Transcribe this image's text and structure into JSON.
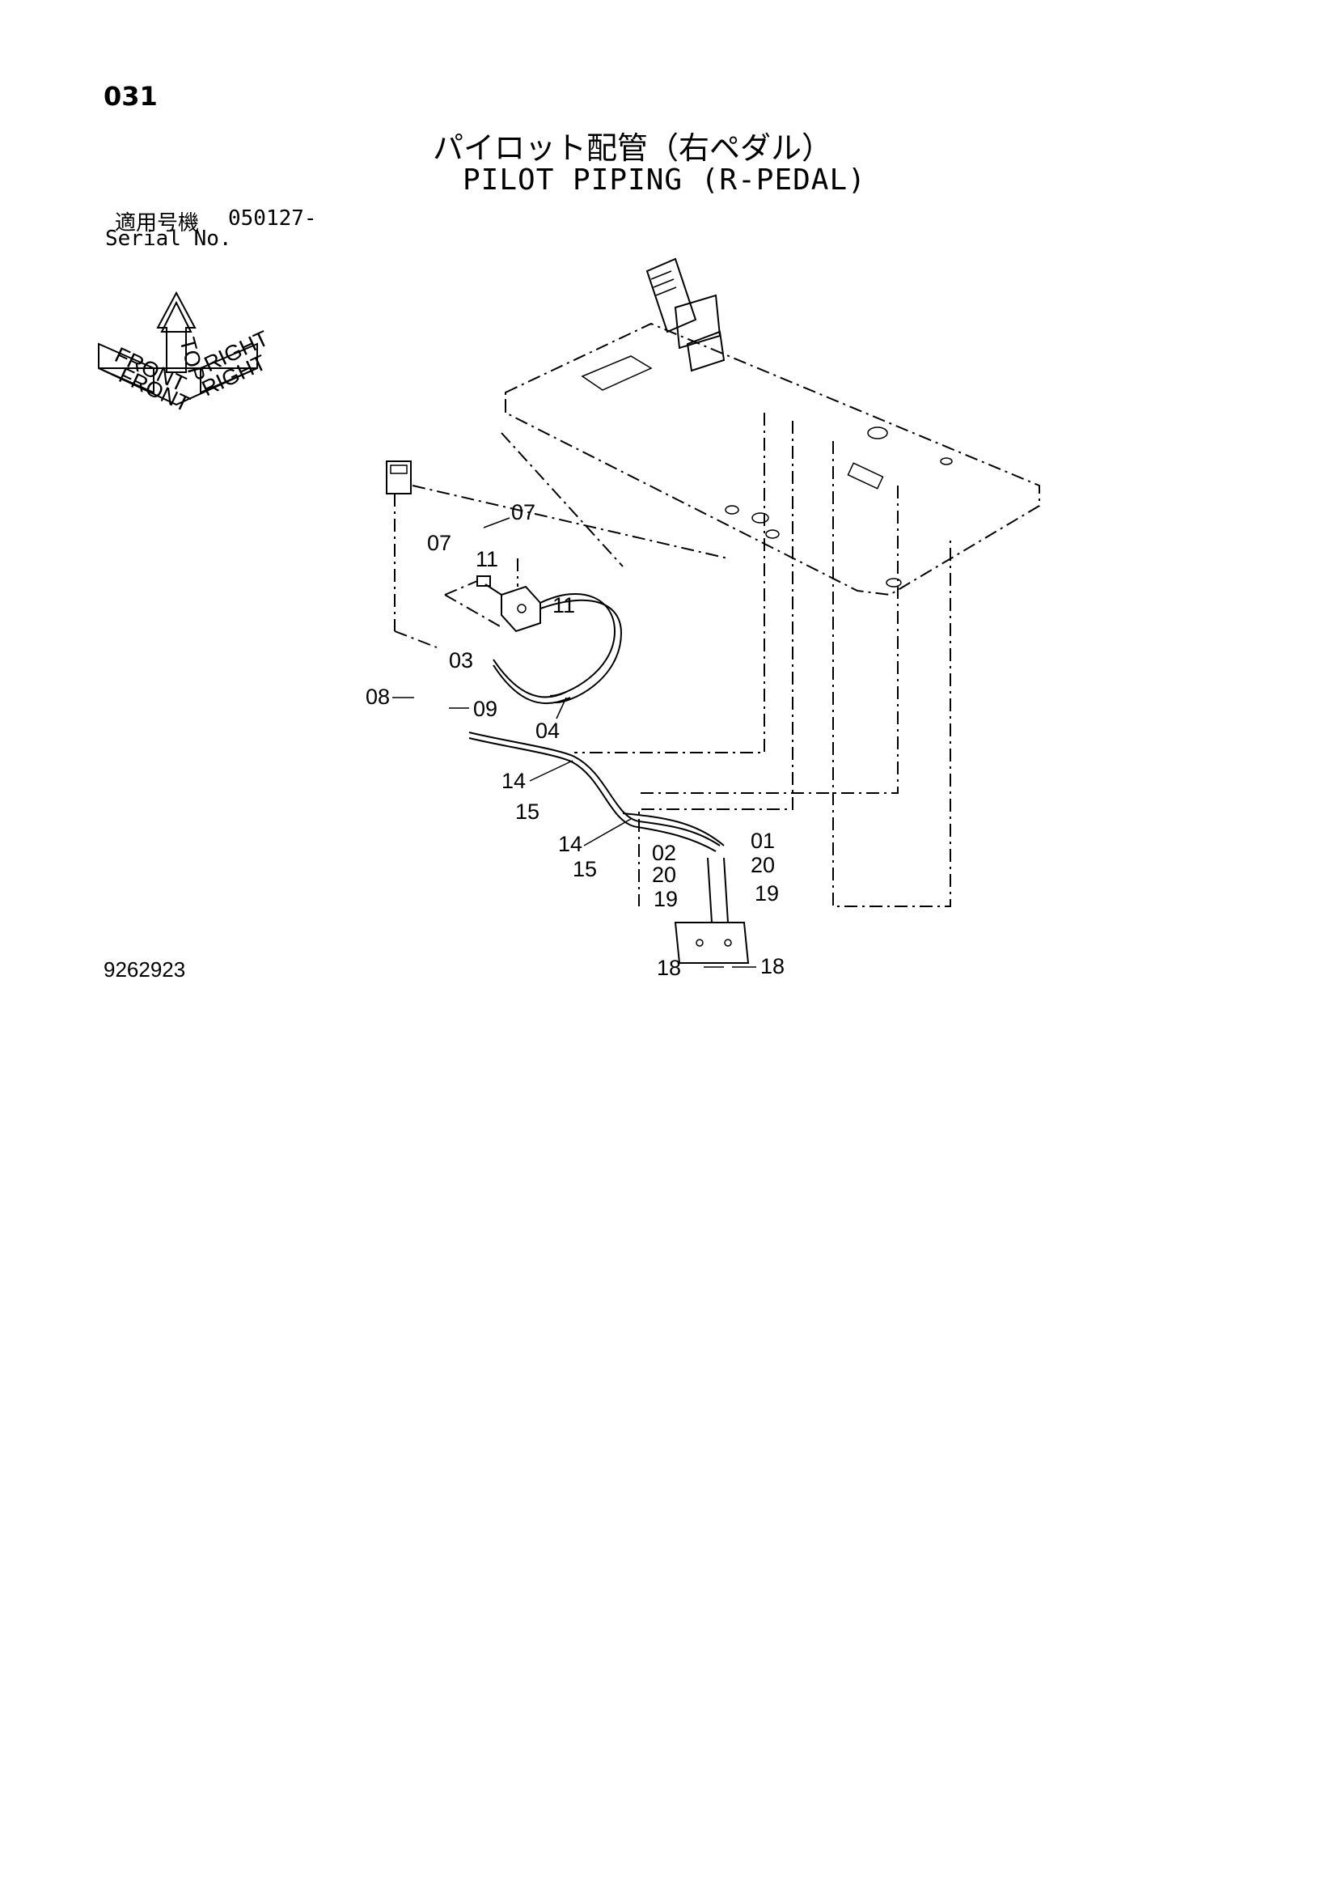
{
  "page": {
    "number": "031",
    "title_jp": "パイロット配管（右ペダル）",
    "title_en": "PILOT PIPING (R-PEDAL)",
    "serial_label_jp": "適用号機",
    "serial_value": "050127-",
    "serial_label_en": "Serial No.",
    "document_id": "9262923"
  },
  "orientation_icon": {
    "labels": [
      "TOP",
      "FRONT",
      "RIGHT",
      "FRONT",
      "RIGHT"
    ]
  },
  "part_labels": [
    {
      "id": "07a",
      "text": "07"
    },
    {
      "id": "07b",
      "text": "07"
    },
    {
      "id": "11a",
      "text": "11"
    },
    {
      "id": "11b",
      "text": "11"
    },
    {
      "id": "03",
      "text": "03"
    },
    {
      "id": "08",
      "text": "08"
    },
    {
      "id": "09",
      "text": "09"
    },
    {
      "id": "04",
      "text": "04"
    },
    {
      "id": "14a",
      "text": "14"
    },
    {
      "id": "15a",
      "text": "15"
    },
    {
      "id": "14b",
      "text": "14"
    },
    {
      "id": "15b",
      "text": "15"
    },
    {
      "id": "02",
      "text": "02"
    },
    {
      "id": "01",
      "text": "01"
    },
    {
      "id": "20a",
      "text": "20"
    },
    {
      "id": "20b",
      "text": "20"
    },
    {
      "id": "19a",
      "text": "19"
    },
    {
      "id": "19b",
      "text": "19"
    },
    {
      "id": "18a",
      "text": "18"
    },
    {
      "id": "18b",
      "text": "18"
    }
  ]
}
